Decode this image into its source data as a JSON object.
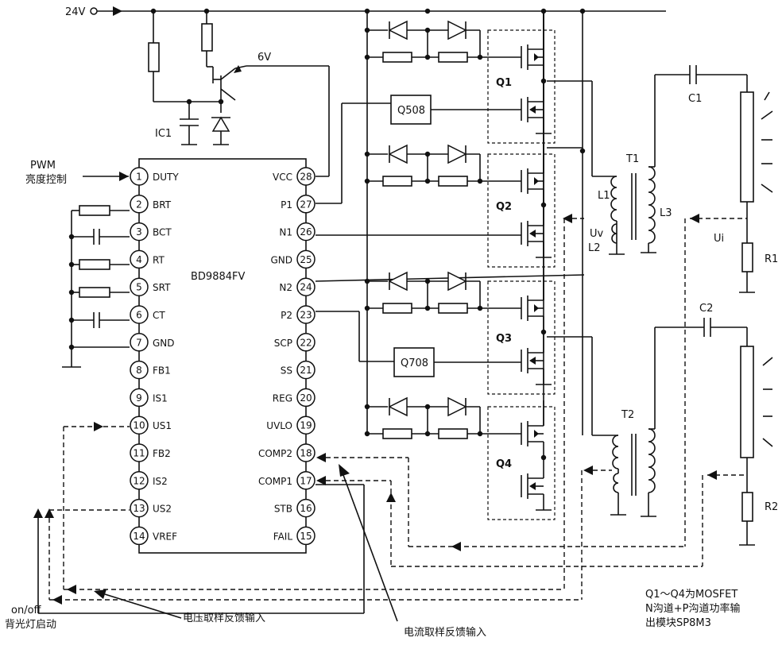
{
  "ic": {
    "name": "BD9884FV",
    "ref": "IC1",
    "left_pins": [
      {
        "num": "1",
        "name": "DUTY"
      },
      {
        "num": "2",
        "name": "BRT"
      },
      {
        "num": "3",
        "name": "BCT"
      },
      {
        "num": "4",
        "name": "RT"
      },
      {
        "num": "5",
        "name": "SRT"
      },
      {
        "num": "6",
        "name": "CT"
      },
      {
        "num": "7",
        "name": "GND"
      },
      {
        "num": "8",
        "name": "FB1"
      },
      {
        "num": "9",
        "name": "IS1"
      },
      {
        "num": "10",
        "name": "US1"
      },
      {
        "num": "11",
        "name": "FB2"
      },
      {
        "num": "12",
        "name": "IS2"
      },
      {
        "num": "13",
        "name": "US2"
      },
      {
        "num": "14",
        "name": "VREF"
      }
    ],
    "right_pins": [
      {
        "num": "28",
        "name": "VCC"
      },
      {
        "num": "27",
        "name": "P1"
      },
      {
        "num": "26",
        "name": "N1"
      },
      {
        "num": "25",
        "name": "GND"
      },
      {
        "num": "24",
        "name": "N2"
      },
      {
        "num": "23",
        "name": "P2"
      },
      {
        "num": "22",
        "name": "SCP"
      },
      {
        "num": "21",
        "name": "SS"
      },
      {
        "num": "20",
        "name": "REG"
      },
      {
        "num": "19",
        "name": "UVLO"
      },
      {
        "num": "18",
        "name": "COMP2"
      },
      {
        "num": "17",
        "name": "COMP1"
      },
      {
        "num": "16",
        "name": "STB"
      },
      {
        "num": "15",
        "name": "FAIL"
      }
    ]
  },
  "labels": {
    "supply": "24V",
    "vcc6": "6V",
    "pwm_line1": "PWM",
    "pwm_line2": "亮度控制",
    "q508": "Q508",
    "q708": "Q708",
    "q1": "Q1",
    "q2": "Q2",
    "q3": "Q3",
    "q4": "Q4",
    "t1": "T1",
    "t2": "T2",
    "l1": "L1",
    "l2": "L2",
    "l3": "L3",
    "uv": "Uv",
    "ui": "Ui",
    "c1": "C1",
    "c2": "C2",
    "r1": "R1",
    "r2": "R2",
    "onoff_line1": "on/off",
    "onoff_line2": "背光灯启动",
    "voltage_fb": "电压取样反馈输入",
    "current_fb": "电流取样反馈输入",
    "note_line1": "Q1～Q4为MOSFET",
    "note_line2": "N沟道+P沟道功率输",
    "note_line3": "出模块SP8M3"
  }
}
